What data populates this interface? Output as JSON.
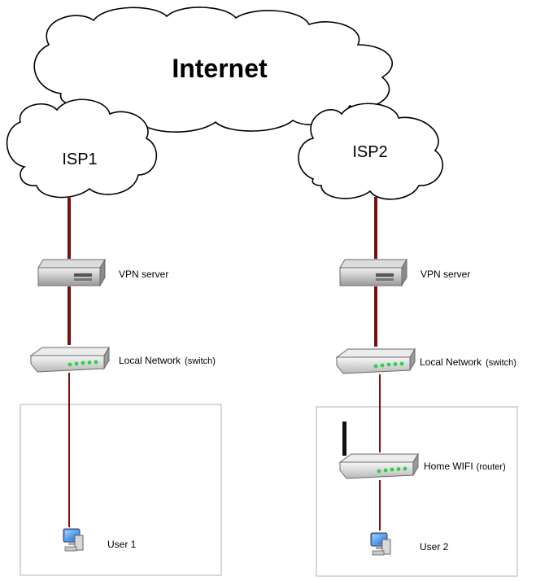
{
  "clouds": {
    "internet": "Internet",
    "isp1": "ISP1",
    "isp2": "ISP2"
  },
  "left_site": {
    "vpn_server": "VPN server",
    "switch": "Local Network",
    "switch_note": "(switch)",
    "user": "User 1"
  },
  "right_site": {
    "vpn_server": "VPN server",
    "switch": "Local Network",
    "switch_note": "(switch)",
    "router": "Home WIFI",
    "router_note": "(router)",
    "user": "User 2"
  },
  "colors": {
    "link": "#7a1010",
    "led": "#2fd04a"
  }
}
